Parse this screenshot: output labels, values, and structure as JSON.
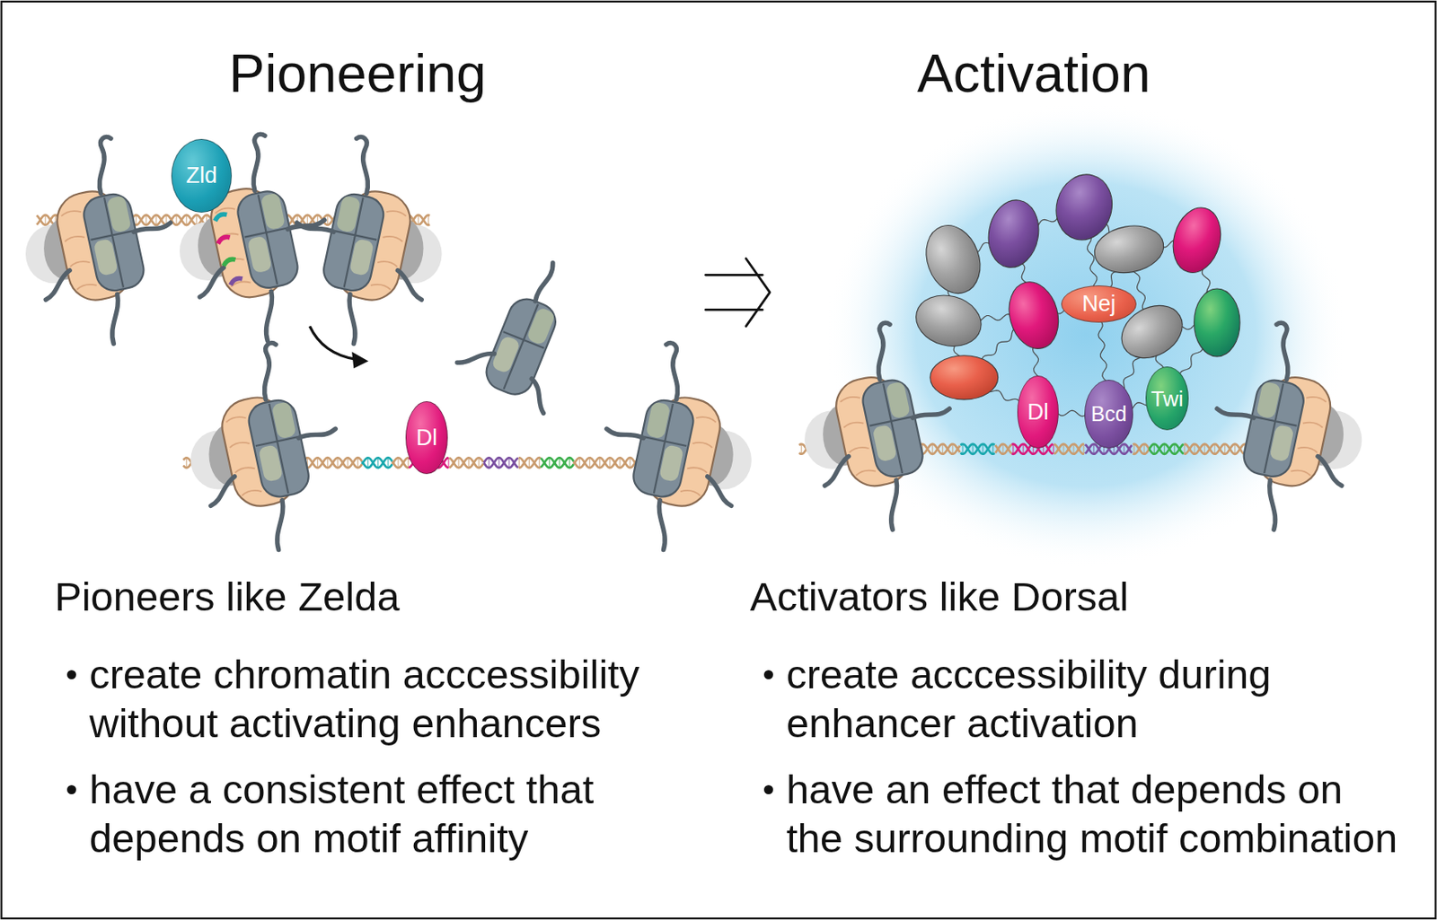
{
  "diagram": {
    "nodes": [
      {
        "text": [
          "Zld"
        ]
      },
      {
        "text": [
          "Dl"
        ]
      },
      {
        "text": [
          "Nej"
        ]
      },
      {
        "text": [
          "Dl"
        ]
      },
      {
        "text": [
          "Bcd"
        ]
      },
      {
        "text": [
          "Twi"
        ]
      }
    ],
    "labels": [
      "Pioneering",
      "Activation",
      "Pioneers like Zelda",
      "create chromatin acccessibility without activating enhancers",
      "have a consistent effect that depends on motif affinity",
      "Activators like Dorsal",
      "create acccessibility during enhancer activation",
      "have an effect that depends on the surrounding motif combination"
    ]
  }
}
